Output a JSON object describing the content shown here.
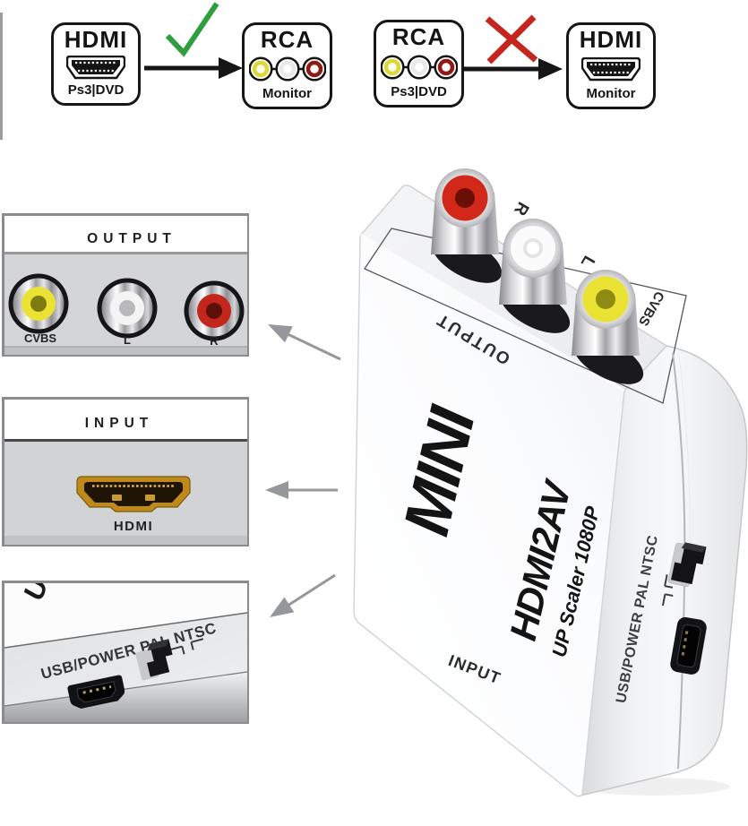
{
  "colors": {
    "check_green": "#2f9e3f",
    "cross_red": "#c4251f",
    "rca_yellow": "#ddd83a",
    "rca_white": "#e9e9e9",
    "rca_red": "#8f1a15",
    "jack_yellow": "#eae334",
    "jack_white": "#fbfbfc",
    "jack_red": "#d2281a",
    "hdmi_gold": "#c08a1b",
    "arrow_gray": "#96979a",
    "arrow_black": "#161616"
  },
  "flow_diagrams": [
    {
      "source_title": "HDMI",
      "source_sub": "Ps3|DVD",
      "result": "check-icon",
      "target_title": "RCA",
      "target_sub": "Monitor"
    },
    {
      "source_title": "RCA",
      "source_sub": "Ps3|DVD",
      "result": "cross-icon",
      "target_title": "HDMI",
      "target_sub": "Monitor"
    }
  ],
  "callout_panels": {
    "output": {
      "title": "OUTPUT",
      "jack_labels": [
        "CVBS",
        "L",
        "R"
      ]
    },
    "input": {
      "title": "INPUT",
      "port_label": "HDMI"
    },
    "power": {
      "partial_text": "U",
      "label": "USB/POWER PAL NTSC"
    }
  },
  "device": {
    "top_face_label": "OUTPUT",
    "top_jack_labels": [
      "R",
      "L",
      "CVBS"
    ],
    "brand": "MINI",
    "model": "HDMI2AV",
    "tagline": "UP Scaler 1080P",
    "bottom_label": "INPUT",
    "side_label": "USB/POWER PAL NTSC"
  }
}
